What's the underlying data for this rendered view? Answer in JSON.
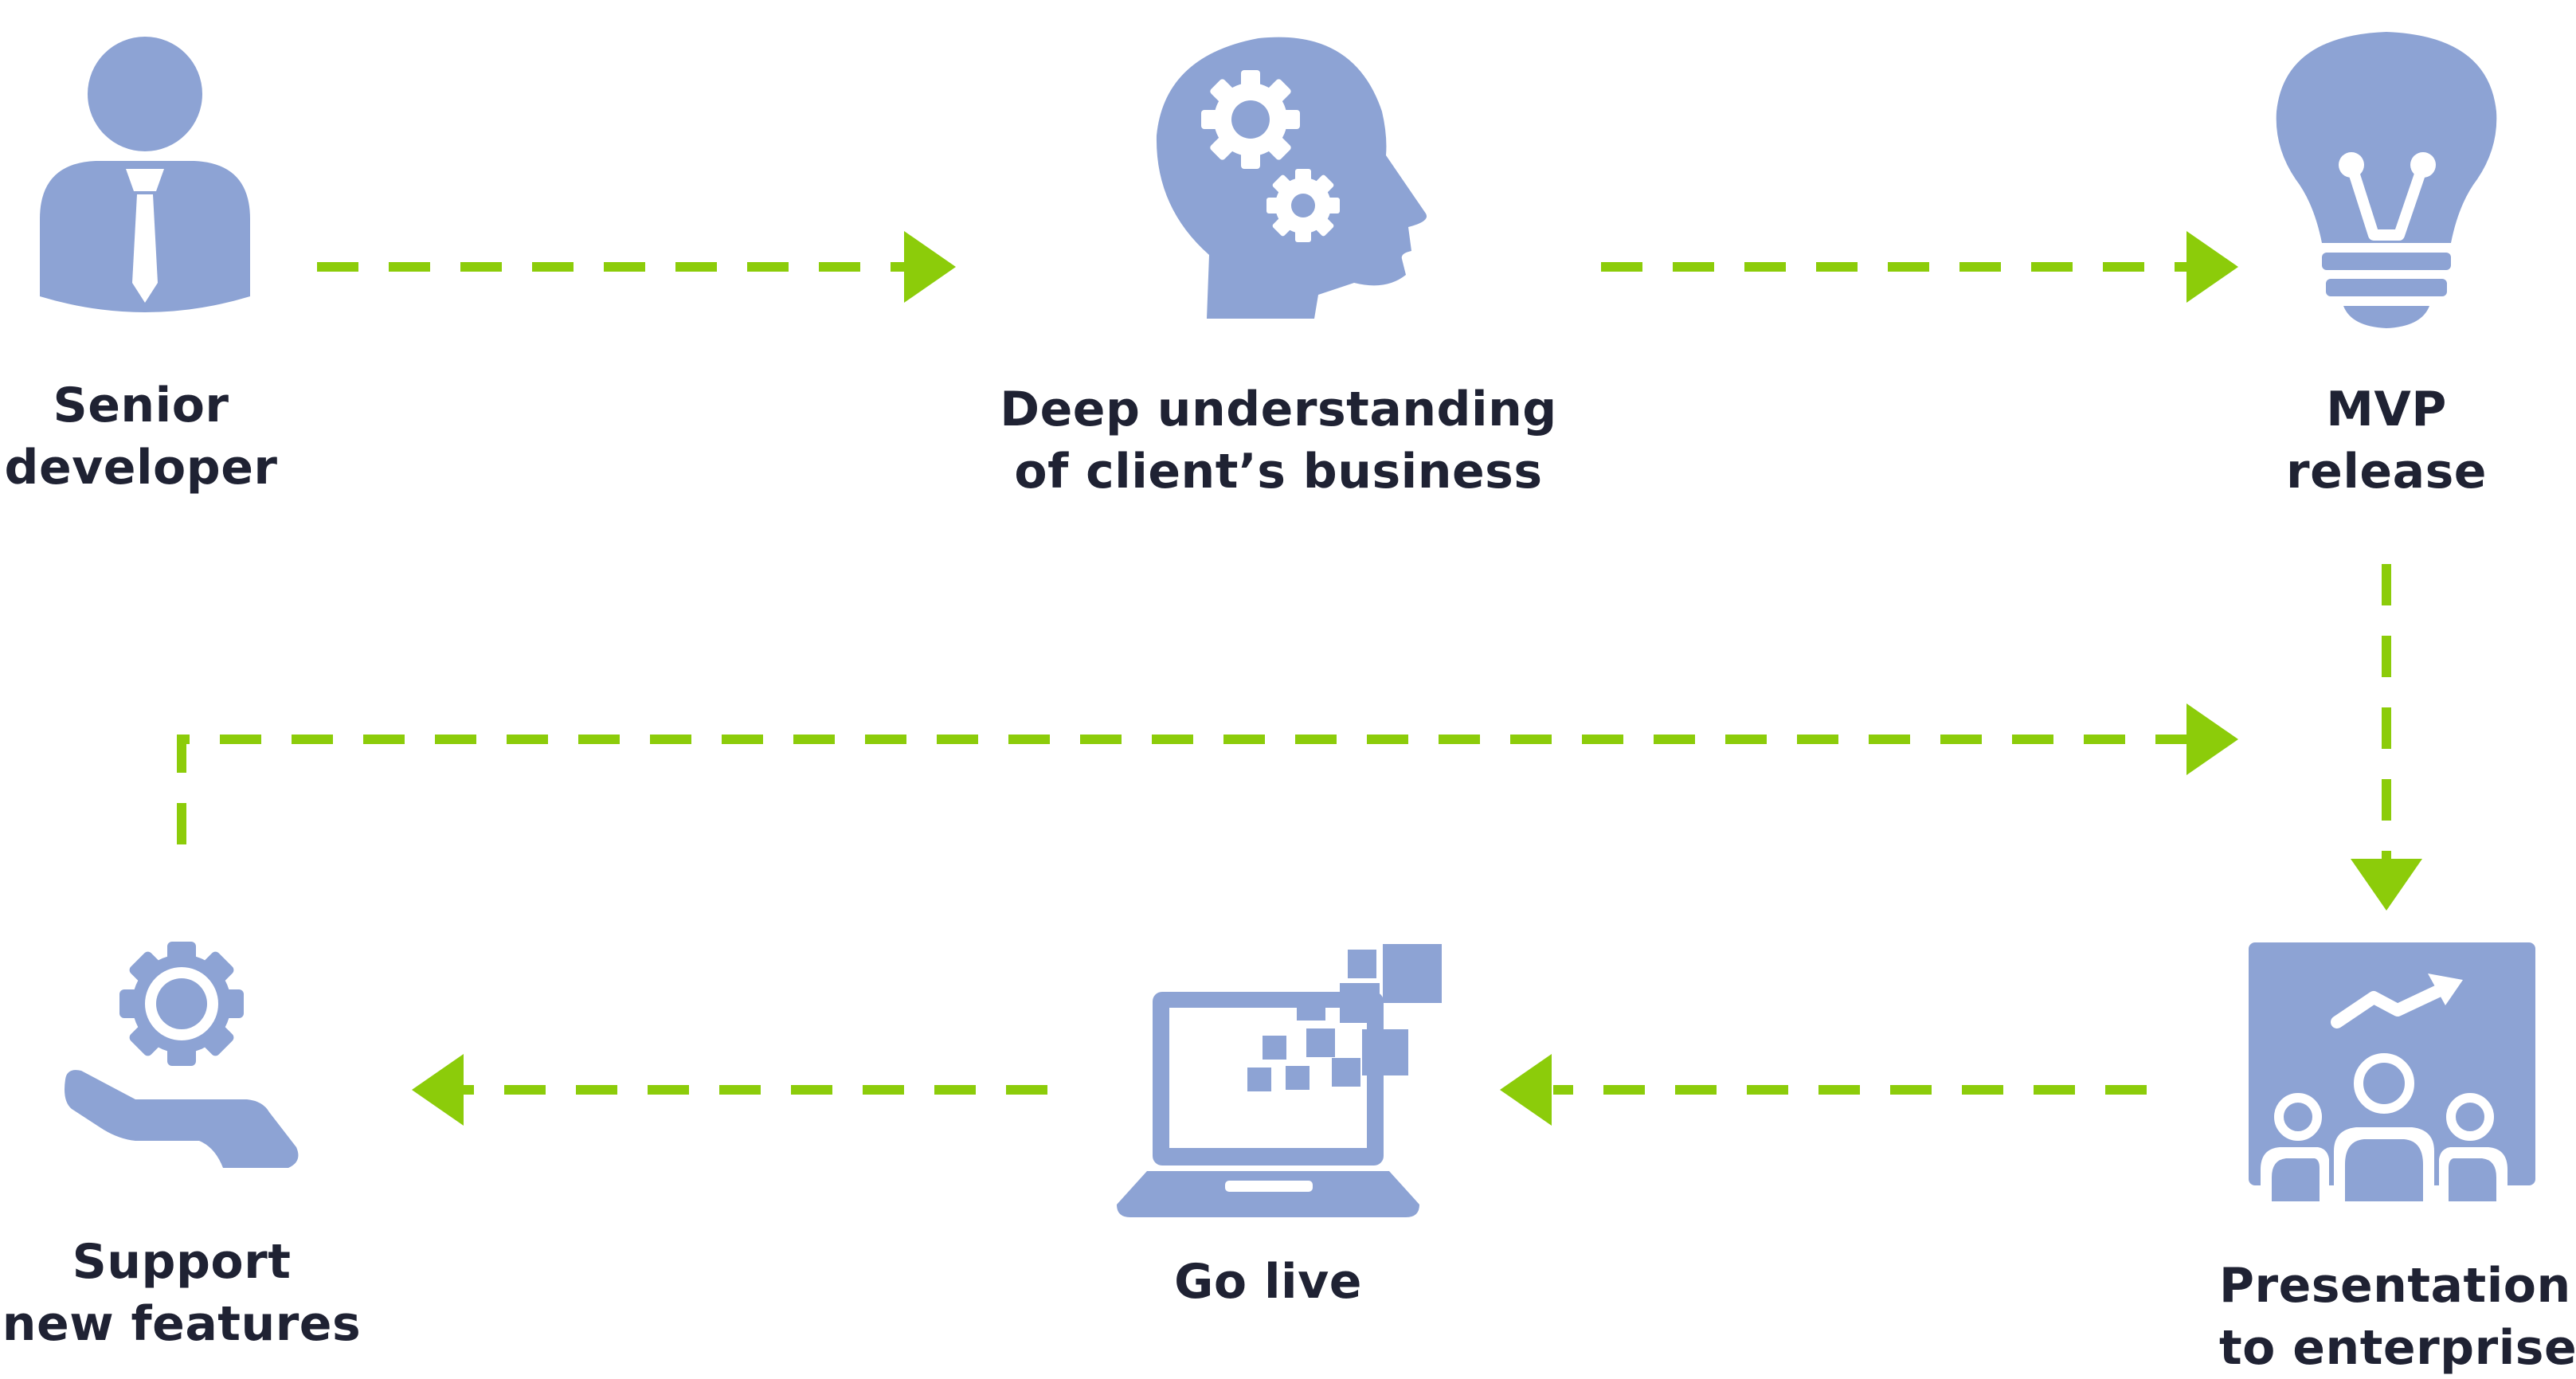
{
  "colors": {
    "icon": "#8da3d4",
    "arrow": "#8ccc0a",
    "text": "#1f2233",
    "background": "#ffffff"
  },
  "nodes": [
    {
      "id": "senior-developer",
      "icon": "businessman-icon",
      "label": [
        "Senior",
        "developer"
      ]
    },
    {
      "id": "deep-understanding",
      "icon": "head-gears-icon",
      "label": [
        "Deep understanding",
        "of client’s business"
      ]
    },
    {
      "id": "mvp-release",
      "icon": "lightbulb-icon",
      "label": [
        "MVP",
        "release"
      ]
    },
    {
      "id": "presentation",
      "icon": "presentation-board-icon",
      "label": [
        "Presentation",
        "to enterprise"
      ]
    },
    {
      "id": "go-live",
      "icon": "laptop-pixels-icon",
      "label": [
        "Go live"
      ]
    },
    {
      "id": "support",
      "icon": "hand-gear-icon",
      "label": [
        "Support",
        "new features"
      ]
    }
  ],
  "edges": [
    {
      "from": "senior-developer",
      "to": "deep-understanding"
    },
    {
      "from": "deep-understanding",
      "to": "mvp-release"
    },
    {
      "from": "mvp-release",
      "to": "presentation"
    },
    {
      "from": "presentation",
      "to": "go-live"
    },
    {
      "from": "go-live",
      "to": "support"
    },
    {
      "from": "support",
      "to": "presentation"
    }
  ]
}
